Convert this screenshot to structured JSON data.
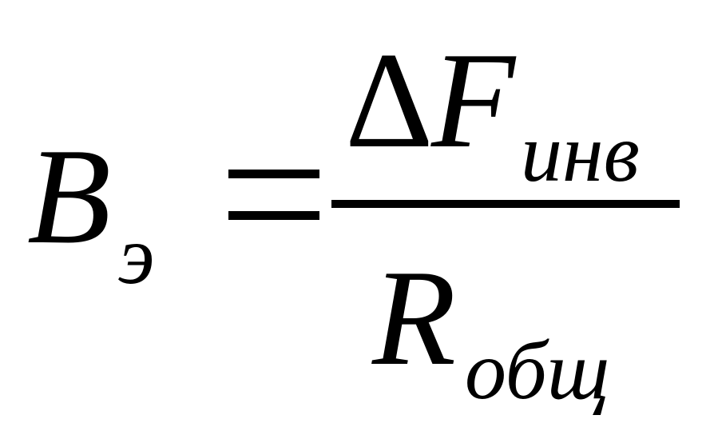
{
  "formula": {
    "lhs": {
      "symbol": "B",
      "subscript": "э"
    },
    "operator": "=",
    "numerator": {
      "delta": "Δ",
      "symbol": "F",
      "subscript": "инв"
    },
    "denominator": {
      "symbol": "R",
      "subscript": "общ"
    }
  }
}
